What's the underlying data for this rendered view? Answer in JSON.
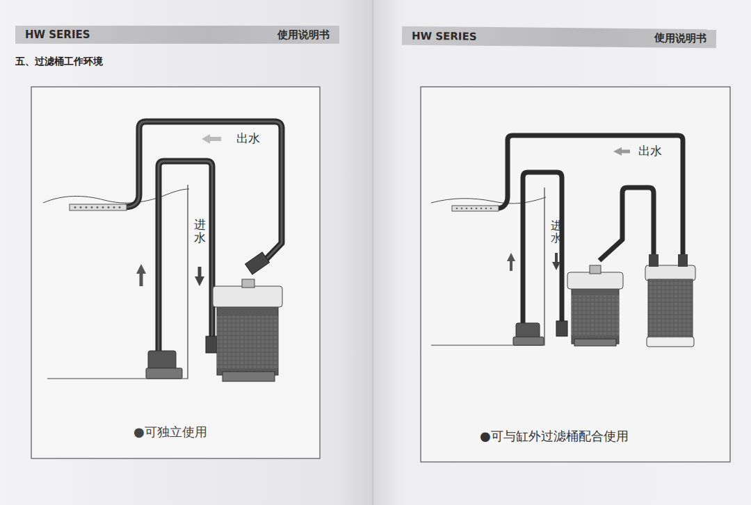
{
  "diagram": {
    "nodes": [
      {
        "text": [
          "HW SERIES",
          "使用说明书"
        ]
      },
      {
        "text": [
          "HW SERIES",
          "使用说明书"
        ]
      }
    ],
    "labels": [
      "五、过滤桶工作环境",
      "出水",
      "进水",
      "●可独立使用",
      "出水",
      "进水",
      "●可与缸外过滤桶配合使用"
    ]
  }
}
